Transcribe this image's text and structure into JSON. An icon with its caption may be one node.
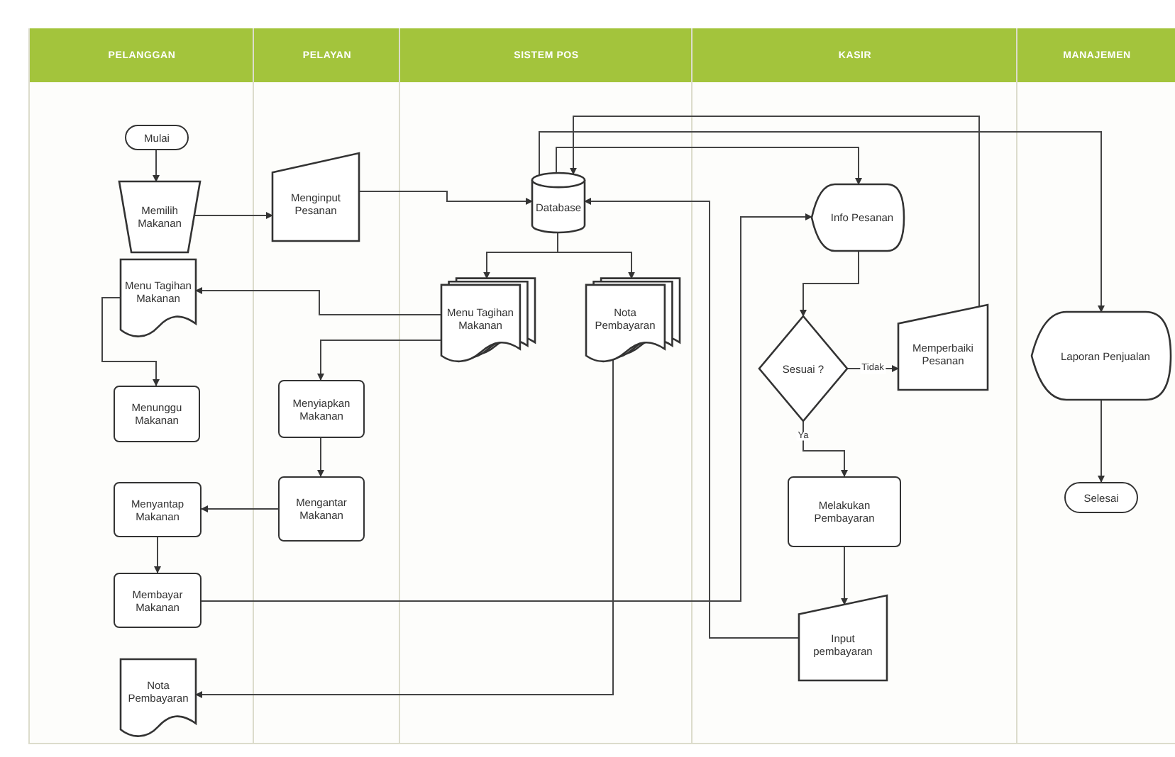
{
  "diagram": {
    "nodes": [
      {
        "text": [
          "PELANGGAN"
        ]
      },
      {
        "text": [
          "PELAYAN"
        ]
      },
      {
        "text": [
          "SISTEM POS"
        ]
      },
      {
        "text": [
          "KASIR"
        ]
      },
      {
        "text": [
          "MANAJEMEN"
        ]
      },
      {
        "text": [
          "Mulai"
        ],
        "in": 0
      },
      {
        "text": [
          "Memilih Makanan"
        ],
        "in": 0
      },
      {
        "text": [
          "Menu Tagihan Makanan"
        ],
        "in": 0
      },
      {
        "text": [
          "Menunggu Makanan"
        ],
        "in": 0
      },
      {
        "text": [
          "Menyantap Makanan"
        ],
        "in": 0
      },
      {
        "text": [
          "Membayar Makanan"
        ],
        "in": 0
      },
      {
        "text": [
          "Nota Pembayaran"
        ],
        "in": 0
      },
      {
        "text": [
          "Menginput Pesanan"
        ],
        "in": 1
      },
      {
        "text": [
          "Menyiapkan Makanan"
        ],
        "in": 1
      },
      {
        "text": [
          "Mengantar Makanan"
        ],
        "in": 1
      },
      {
        "text": [
          "Database"
        ],
        "in": 2
      },
      {
        "text": [
          "Menu Tagihan Makanan"
        ],
        "in": 2
      },
      {
        "text": [
          "Nota Pembayaran"
        ],
        "in": 2
      },
      {
        "text": [
          "Info Pesanan"
        ],
        "in": 3
      },
      {
        "text": [
          "Sesuai ?"
        ],
        "in": 3
      },
      {
        "text": [
          "Memperbaiki Pesanan"
        ],
        "in": 3
      },
      {
        "text": [
          "Melakukan Pembayaran"
        ],
        "in": 3
      },
      {
        "text": [
          "Input pembayaran"
        ],
        "in": 3
      },
      {
        "text": [
          "Laporan Penjualan"
        ],
        "in": 4
      },
      {
        "text": [
          "Selesai"
        ],
        "in": 4
      }
    ],
    "edges": [
      {
        "from": 5,
        "to": 6,
        "arrow": "to"
      },
      {
        "from": 6,
        "to": 12,
        "arrow": "to"
      },
      {
        "from": 12,
        "to": 15,
        "arrow": "to"
      },
      {
        "from": 15,
        "to": 16,
        "arrow": "to"
      },
      {
        "from": 15,
        "to": 17,
        "arrow": "to"
      },
      {
        "from": 16,
        "to": 7,
        "arrow": "to"
      },
      {
        "from": 16,
        "to": 13,
        "arrow": "to"
      },
      {
        "from": 7,
        "to": 8,
        "arrow": "to"
      },
      {
        "from": 13,
        "to": 14,
        "arrow": "to"
      },
      {
        "from": 14,
        "to": 9,
        "arrow": "to"
      },
      {
        "from": 9,
        "to": 10,
        "arrow": "to"
      },
      {
        "from": 10,
        "to": 18,
        "arrow": "to"
      },
      {
        "from": 15,
        "to": 18,
        "arrow": "to"
      },
      {
        "from": 20,
        "to": 15,
        "arrow": "to"
      },
      {
        "from": 15,
        "to": 23,
        "arrow": "to"
      },
      {
        "from": 18,
        "to": 19,
        "arrow": "to"
      },
      {
        "from": 19,
        "to": 20,
        "label": "Tidak",
        "arrow": "to"
      },
      {
        "from": 19,
        "to": 21,
        "label": "Ya",
        "arrow": "to"
      },
      {
        "from": 21,
        "to": 22,
        "arrow": "to"
      },
      {
        "from": 22,
        "to": 15,
        "arrow": "to"
      },
      {
        "from": 17,
        "to": 11,
        "arrow": "to"
      },
      {
        "from": 23,
        "to": 24,
        "arrow": "to"
      }
    ]
  }
}
